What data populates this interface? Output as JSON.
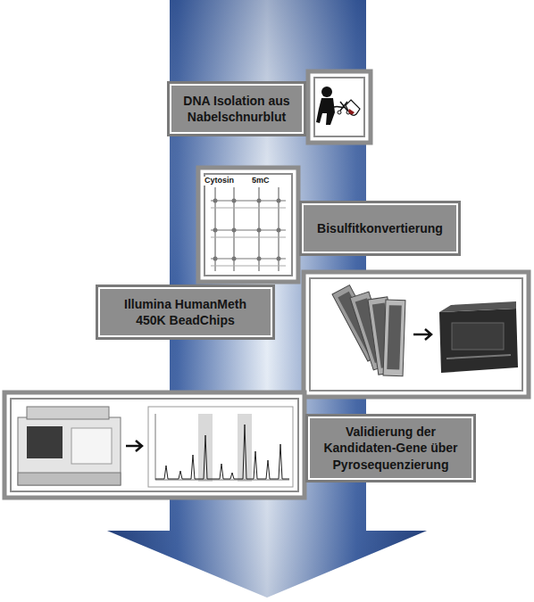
{
  "diagram": {
    "nodes": [
      {
        "text": [
          "DNA Isolation aus Nabelschnurblut"
        ]
      },
      {
        "text": [
          "Bisulfitkonvertierung"
        ]
      },
      {
        "text": [
          "Illumina HumanMeth 450K BeadChips"
        ]
      },
      {
        "text": [
          "Validierung der Kandidaten-Gene über Pyrosequenzierung"
        ]
      }
    ],
    "labels": [
      "Cytosin",
      "5mC"
    ]
  }
}
